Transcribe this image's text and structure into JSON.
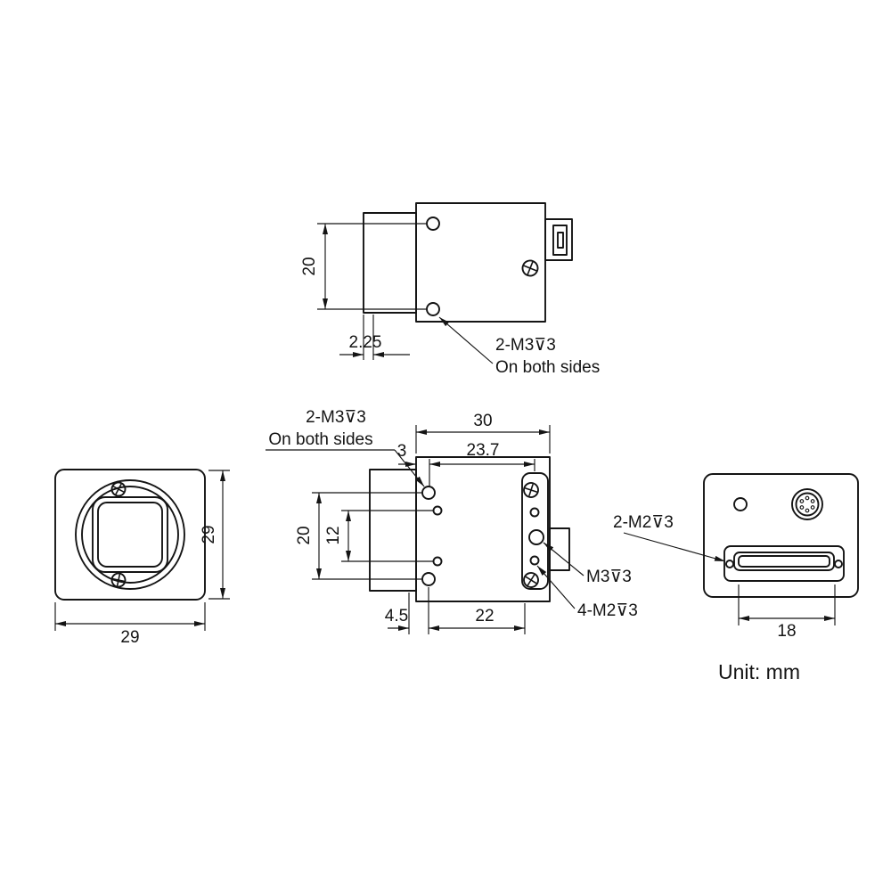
{
  "drawing": {
    "unit_note": "Unit: mm"
  },
  "top_view": {
    "dim_hole_spacing": "20",
    "dim_flange": "2.25",
    "thread_note_line1": "2-M3⊽3",
    "thread_note_line2": "On both sides"
  },
  "front_view": {
    "dim_height": "29",
    "dim_width": "29"
  },
  "side_view": {
    "thread_note_line1": "2-M3⊽3",
    "thread_note_line2": "On both sides",
    "dim_body_length": "30",
    "dim_front_offset": "3",
    "dim_hole_to_rear": "23.7",
    "dim_hole_spacing": "20",
    "dim_small_hole_spacing": "12",
    "dim_bottom_offset": "4.5",
    "dim_bottom_span": "22",
    "tripod_thread_label": "M3⊽3",
    "rear_thread_label": "4-M2⊽3"
  },
  "rear_view": {
    "thread_label": "2-M2⊽3",
    "dim_connector_width": "18"
  }
}
